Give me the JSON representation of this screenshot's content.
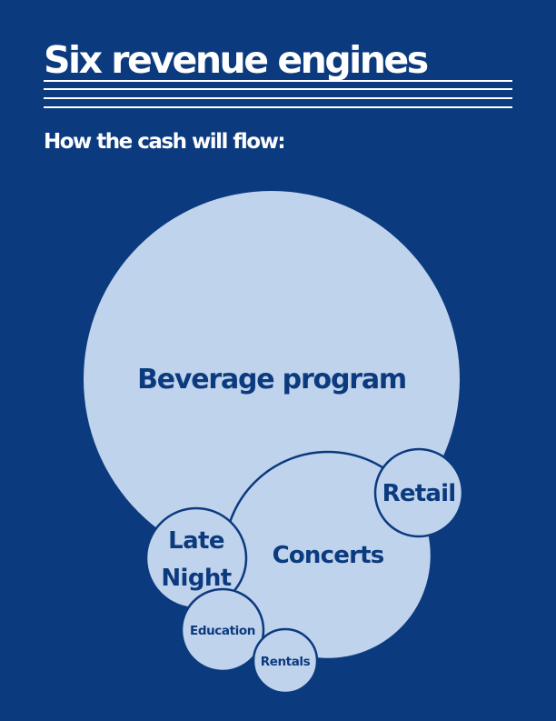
{
  "title": "Six revenue engines",
  "subtitle": "How the cash will flow:",
  "colors": {
    "background": "#0b3a7e",
    "bubble_fill": "#c0d3ec",
    "bubble_stroke": "#0b3a7e",
    "text_on_dark": "#ffffff",
    "text_on_bubble": "#0b3a7e"
  },
  "engines": [
    {
      "id": "beverage",
      "lines": [
        "Beverage program"
      ]
    },
    {
      "id": "concerts",
      "lines": [
        "Concerts"
      ]
    },
    {
      "id": "retail",
      "lines": [
        "Retail"
      ]
    },
    {
      "id": "late-night",
      "lines": [
        "Late",
        "Night"
      ]
    },
    {
      "id": "education",
      "lines": [
        "Education"
      ]
    },
    {
      "id": "rentals",
      "lines": [
        "Rentals"
      ]
    }
  ]
}
